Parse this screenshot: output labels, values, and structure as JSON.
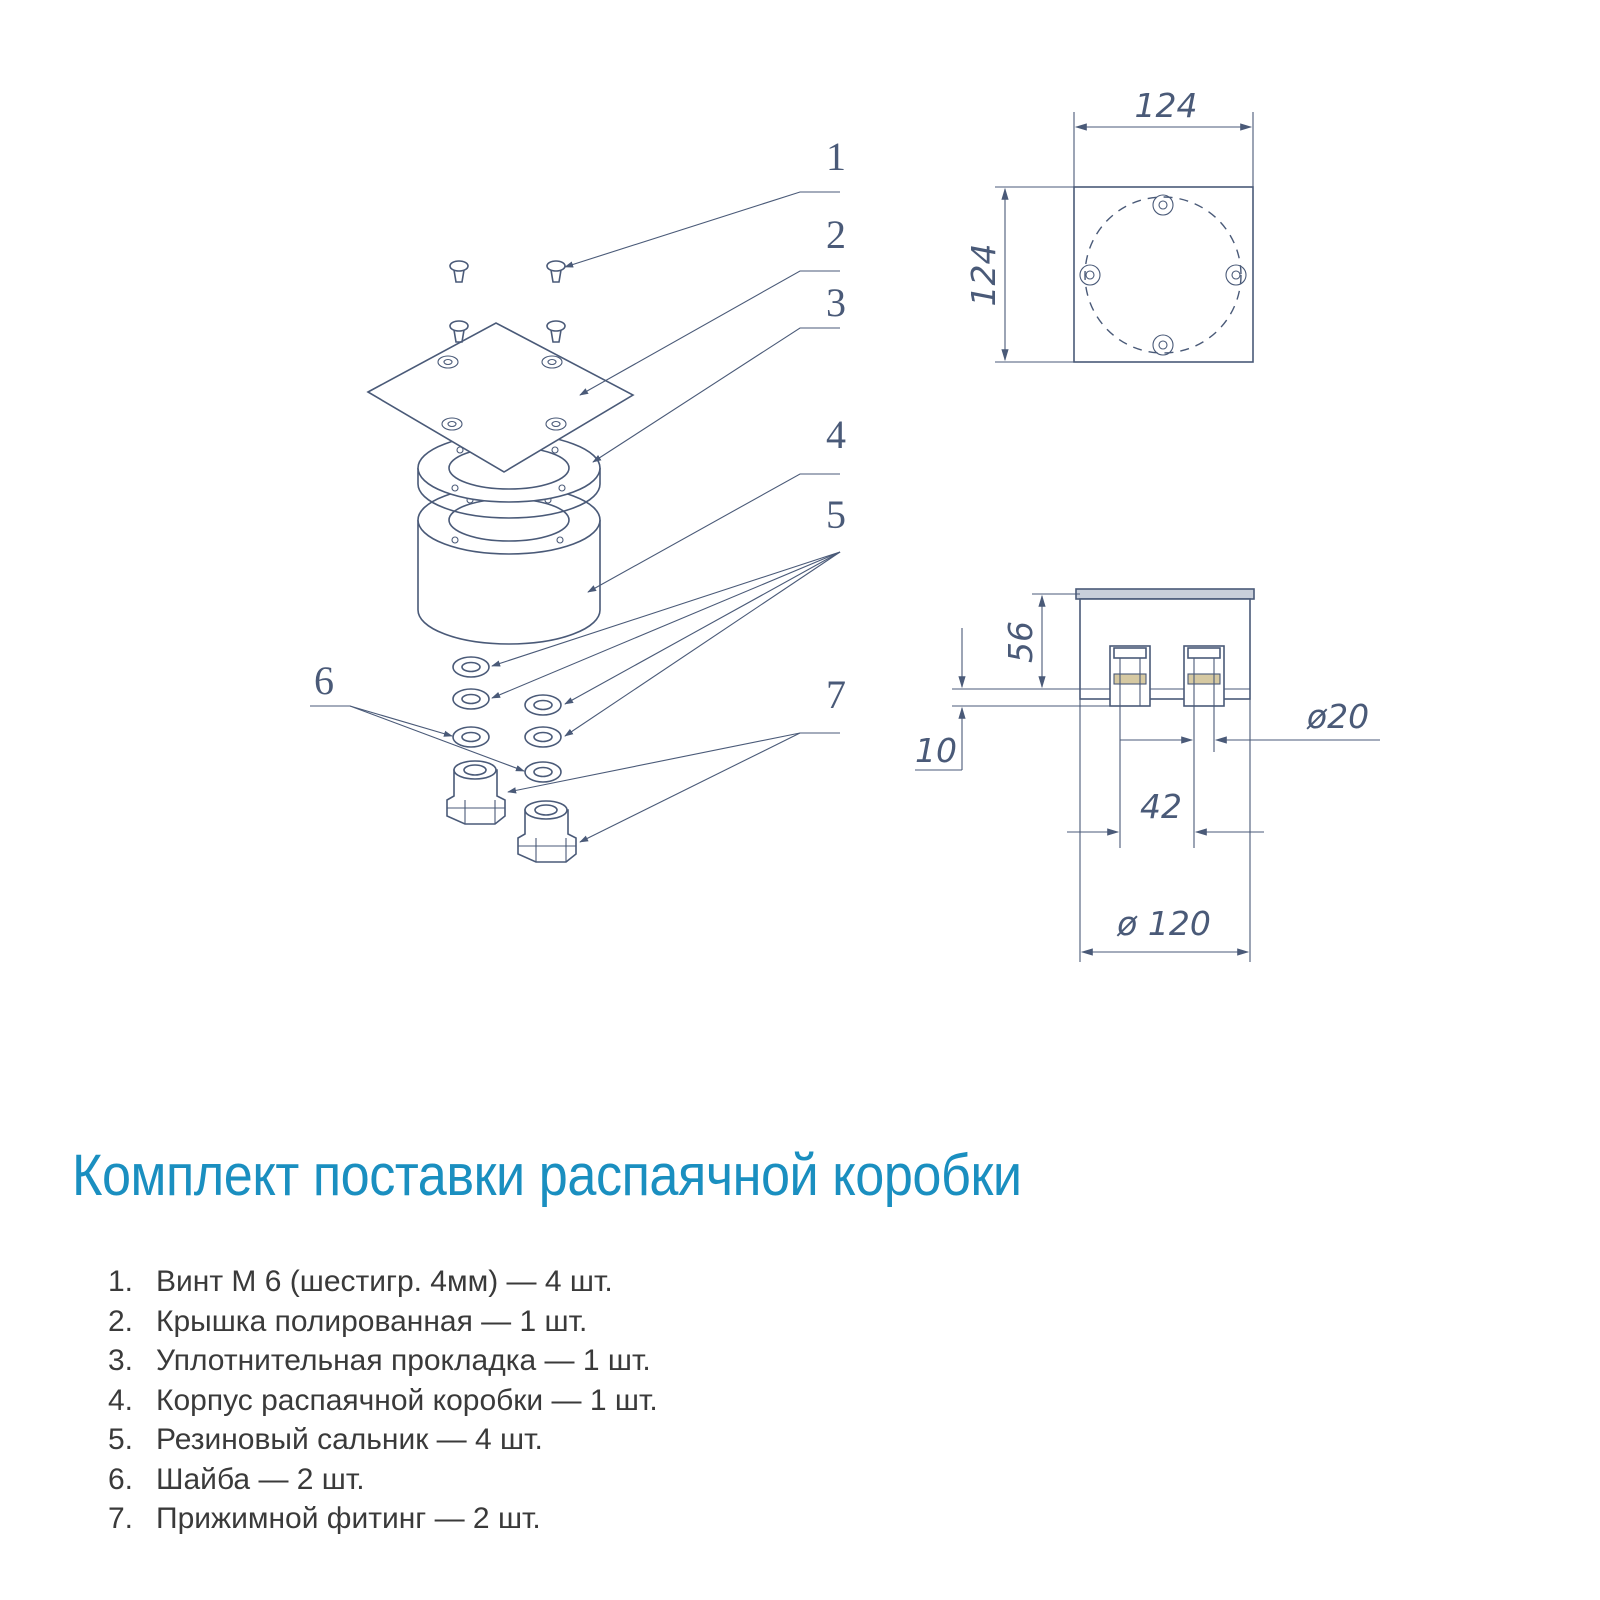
{
  "callouts": [
    "1",
    "2",
    "3",
    "4",
    "5",
    "6",
    "7"
  ],
  "dimensions": {
    "top_width": "124",
    "top_height": "124",
    "height_56": "56",
    "height_10": "10",
    "diameter_20": "ø20",
    "spacing_42": "42",
    "diameter_120": "ø 120"
  },
  "title": "Комплект поставки распаячной коробки",
  "parts": [
    {
      "number": "1.",
      "text": "Винт М 6 (шестигр. 4мм) — 4 шт."
    },
    {
      "number": "2.",
      "text": "Крышка полированная — 1 шт."
    },
    {
      "number": "3.",
      "text": "Уплотнительная прокладка — 1 шт."
    },
    {
      "number": "4.",
      "text": "Корпус распаячной коробки — 1 шт."
    },
    {
      "number": "5.",
      "text": "Резиновый сальник — 4 шт."
    },
    {
      "number": "6.",
      "text": "Шайба — 2 шт."
    },
    {
      "number": "7.",
      "text": "Прижимной фитинг — 2 шт."
    }
  ],
  "colors": {
    "line": "#4a5a78",
    "title": "#1a8fc0",
    "text": "#3a3a3a"
  }
}
